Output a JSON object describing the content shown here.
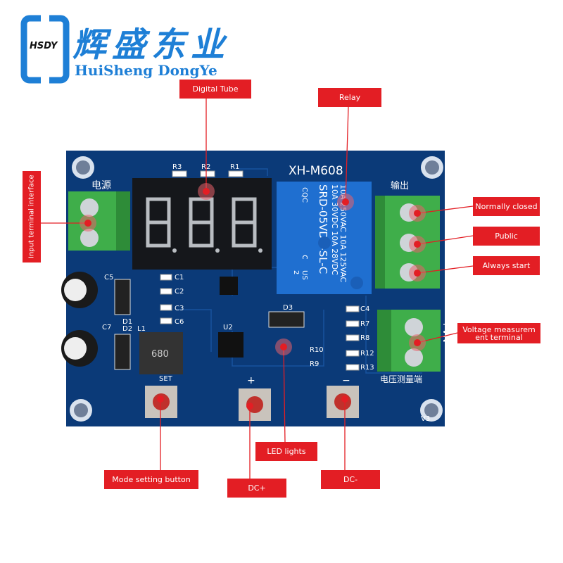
{
  "logo": {
    "mark_text": "HSDY",
    "chinese_name": "辉盛东业",
    "english_name": "HuiSheng DongYe"
  },
  "board": {
    "model": "XH-M608",
    "power_label": "电源",
    "output_label": "输出",
    "voltage_terminal_label": "电压测量端",
    "vin_label": "+VN-",
    "display_digits": [
      "8.",
      "8.",
      "8."
    ],
    "inductor_marking": "680",
    "relay_text": [
      "10A 250VAC  10A 125VAC",
      "10A 30VDC  10A 28VDC",
      "SRD-05VDC-SL-C"
    ],
    "relay_marks": [
      "CQC",
      "c",
      "US",
      "2"
    ],
    "components": {
      "r1": "R1",
      "r2": "R2",
      "r3": "R3",
      "c1": "C1",
      "c2": "C2",
      "c3": "C3",
      "c6": "C6",
      "c5": "C5",
      "c7": "C7",
      "d1": "D1",
      "d2": "D2",
      "d3": "D3",
      "l1": "L1",
      "u2": "U2",
      "c4": "C4",
      "r7": "R7",
      "r8": "R8",
      "r12": "R12",
      "r13": "R13",
      "r10": "R10",
      "r9": "R9",
      "v3": "V3"
    },
    "button_labels": {
      "set": "SET",
      "plus": "+",
      "minus": "−"
    },
    "colors": {
      "pcb": "#0b3a78",
      "terminal": "#3fae4a",
      "relay": "#1f6fd0",
      "callout": "#e31e24"
    }
  },
  "callouts": {
    "digital_tube": "Digital Tube",
    "relay": "Relay",
    "input_terminal": "Input terminal interface",
    "normally_closed": "Normally closed",
    "public": "Public",
    "always_start": "Always start",
    "voltage_terminal": "Voltage measurem ent terminal",
    "led_lights": "LED lights",
    "mode_button": "Mode setting button",
    "dc_plus": "DC+",
    "dc_minus": "DC-"
  }
}
